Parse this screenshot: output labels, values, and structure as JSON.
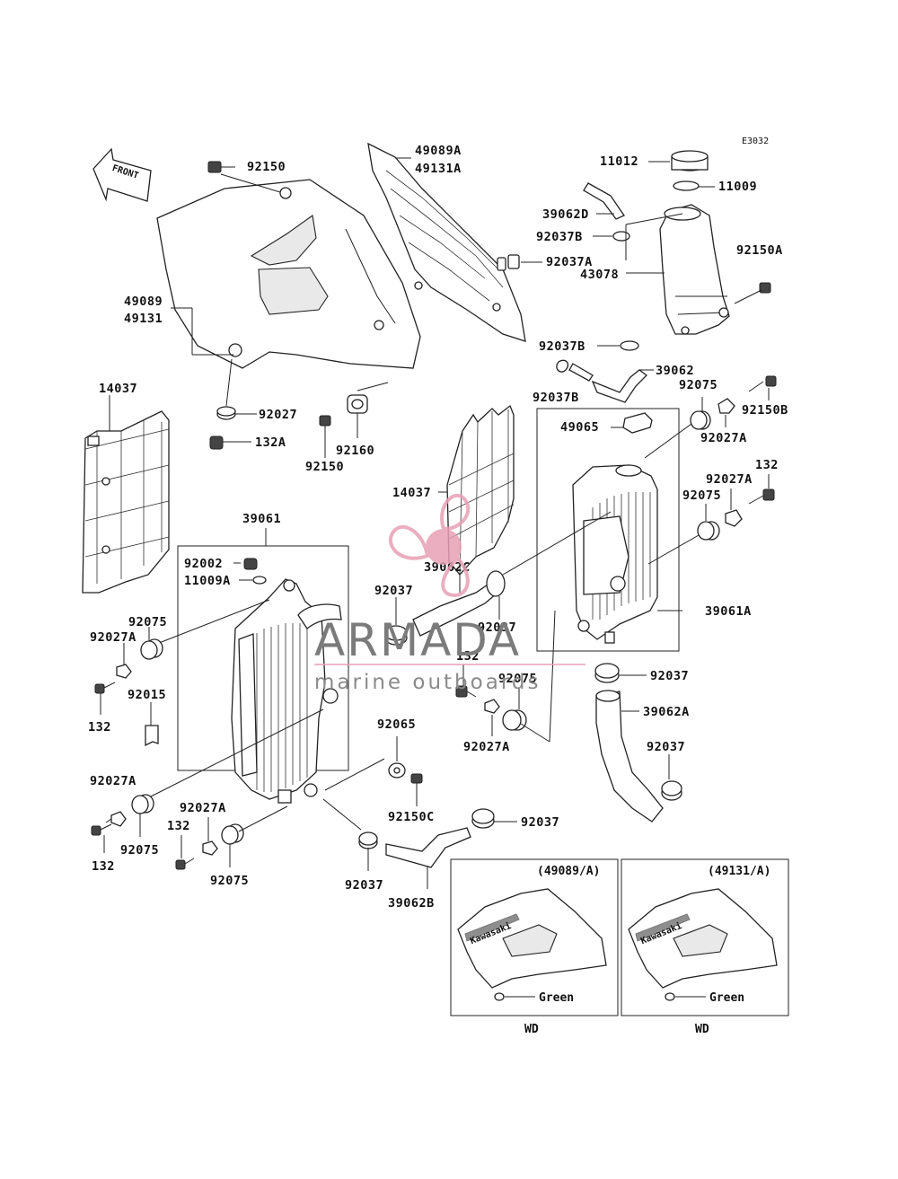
{
  "diagram_code": "E3032",
  "front_label": "FRONT",
  "watermark": {
    "brand": "ARMADA",
    "tagline": "marine outboards",
    "logo_color": "#e7a0b6"
  },
  "labels": {
    "p92150_top": "92150",
    "p49089A": "49089A",
    "p49131A": "49131A",
    "p11012": "11012",
    "p11009_top": "11009",
    "p39062D": "39062D",
    "p92037B_a": "92037B",
    "p92037A": "92037A",
    "p43078": "43078",
    "p92150A": "92150A",
    "p49089": "49089",
    "p49131": "49131",
    "p92037B_b": "92037B",
    "p39062": "39062",
    "p14037_left": "14037",
    "p92027": "92027",
    "p132A": "132A",
    "p92160": "92160",
    "p92150_mid": "92150",
    "p92037B_c": "92037B",
    "p92075_r1": "92075",
    "p92150B": "92150B",
    "p49065": "49065",
    "p92027A_r1": "92027A",
    "p132_r": "132",
    "p92027A_r2": "92027A",
    "p92075_r2": "92075",
    "p14037_mid": "14037",
    "p39061": "39061",
    "p92002": "92002",
    "p11009A": "11009A",
    "p39062C": "39062C",
    "p92037_c1": "92037",
    "p92037_c2": "92037",
    "p39061A": "39061A",
    "p92075_l1": "92075",
    "p92027A_l1": "92027A",
    "p132_c": "132",
    "p92075_c": "92075",
    "p92037_r1": "92037",
    "p92015": "92015",
    "p132_l1": "132",
    "p39062A": "39062A",
    "p92027A_c": "92027A",
    "p92065": "92065",
    "p92037_r2": "92037",
    "p92027A_l2": "92027A",
    "p92027A_l3": "92027A",
    "p132_l2": "132",
    "p92150C": "92150C",
    "p92037_b1": "92037",
    "p92075_l2": "92075",
    "p132_l3": "132",
    "p92075_l3": "92075",
    "p92037_b2": "92037",
    "p39062B": "39062B"
  },
  "insets": [
    {
      "title": "(49089/A)",
      "decal": "Kawasaki",
      "color_note": "Green",
      "caption": "WD"
    },
    {
      "title": "(49131/A)",
      "decal": "Kawasaki",
      "color_note": "Green",
      "caption": "WD"
    }
  ]
}
